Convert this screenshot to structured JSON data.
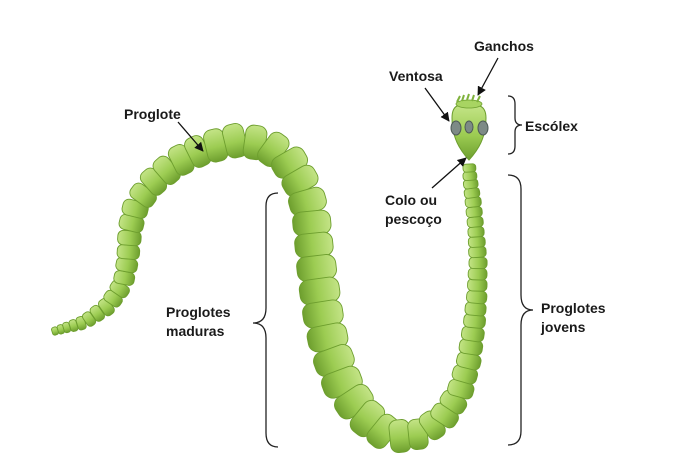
{
  "labels": {
    "ganchos": "Ganchos",
    "ventosa": "Ventosa",
    "escolex": "Escólex",
    "proglote": "Proglote",
    "colo_line1": "Colo ou",
    "colo_line2": "pescoço",
    "maduras_line1": "Proglotes",
    "maduras_line2": "maduras",
    "jovens_line1": "Proglotes",
    "jovens_line2": "jovens"
  },
  "colors": {
    "body_fill": "#9ccc52",
    "body_dark": "#6d9e2e",
    "body_light": "#c4e487",
    "sucker": "#7d8a86"
  }
}
